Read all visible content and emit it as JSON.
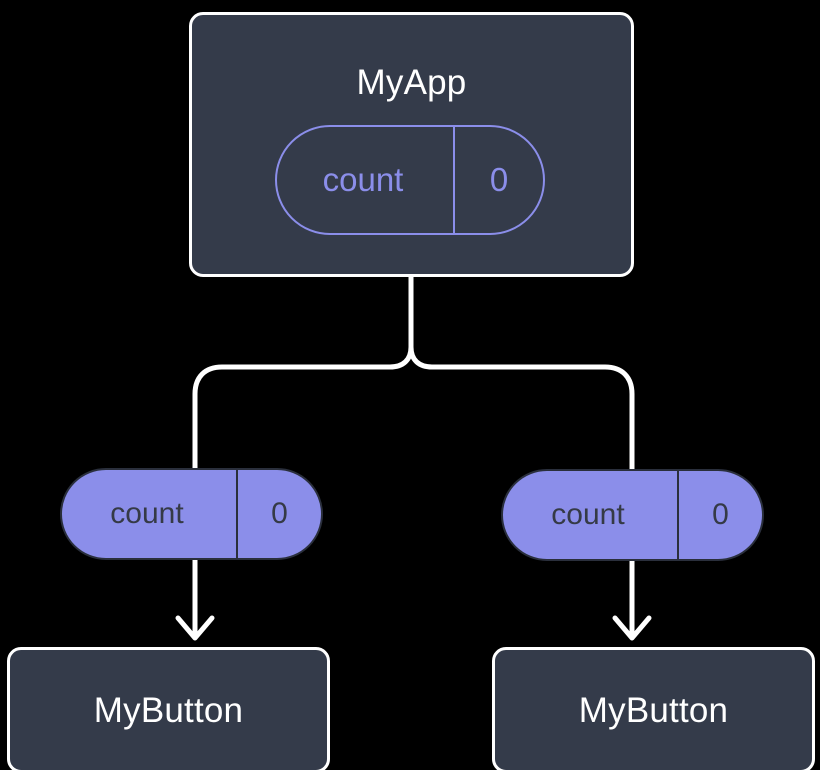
{
  "diagram": {
    "title_semantic": "component-state-propagation-tree",
    "background_color": "#000000",
    "colors": {
      "box_fill": "#343b4a",
      "box_border": "#ffffff",
      "pill_fill": "#8b8eea",
      "pill_outline": "#8b8eea",
      "pill_filled_text": "#353a46",
      "edge": "#ffffff"
    }
  },
  "nodes": {
    "root": {
      "label": "MyApp",
      "state": {
        "key": "count",
        "value": "0"
      }
    },
    "leaf_left": {
      "label": "MyButton"
    },
    "leaf_right": {
      "label": "MyButton"
    }
  },
  "props": {
    "left": {
      "key": "count",
      "value": "0"
    },
    "right": {
      "key": "count",
      "value": "0"
    }
  }
}
